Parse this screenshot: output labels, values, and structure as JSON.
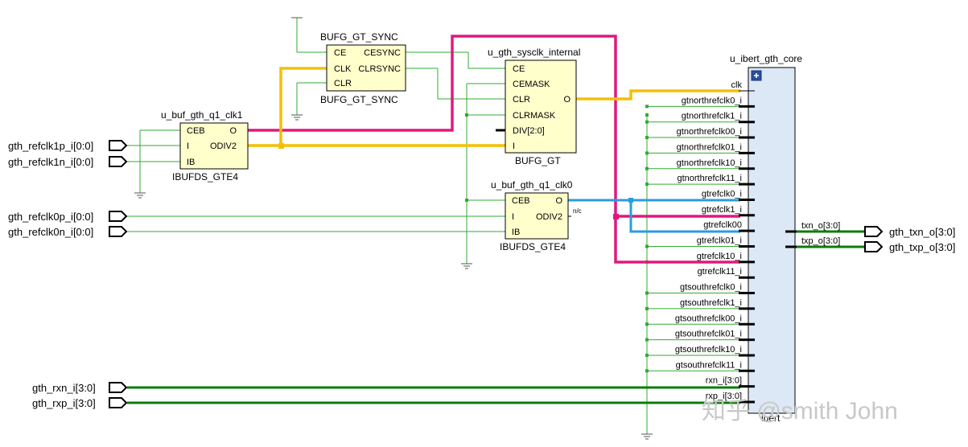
{
  "instances": {
    "bufg_sync": {
      "name": "BUFG_GT_SYNC",
      "type": "BUFG_GT_SYNC",
      "pins": [
        "CE",
        "CESYNC",
        "CLK",
        "CLRSYNC",
        "CLR"
      ]
    },
    "sysclk": {
      "name": "u_gth_sysclk_internal",
      "type": "BUFG_GT",
      "pins": [
        "CE",
        "CEMASK",
        "CLR",
        "O",
        "CLRMASK",
        "DIV[2:0]",
        "I"
      ]
    },
    "buf_q1_clk1": {
      "name": "u_buf_gth_q1_clk1",
      "type": "IBUFDS_GTE4",
      "pins": [
        "CEB",
        "O",
        "I",
        "ODIV2",
        "IB"
      ]
    },
    "buf_q1_clk0": {
      "name": "u_buf_gth_q1_clk0",
      "type": "IBUFDS_GTE4",
      "pins": [
        "CEB",
        "O",
        "I",
        "ODIV2",
        "IB"
      ],
      "nc_label": "n/c"
    },
    "ibert": {
      "name": "u_ibert_gth_core",
      "type": "ibert",
      "pins": [
        "clk",
        "gtnorthrefclk0_i",
        "gtnorthrefclk1_i",
        "gtnorthrefclk00_i",
        "gtnorthrefclk01_i",
        "gtnorthrefclk10_i",
        "gtnorthrefclk11_i",
        "gtrefclk0_i",
        "gtrefclk1_i",
        "gtrefclk00",
        "gtrefclk01_i",
        "gtrefclk10_i",
        "gtrefclk11_i",
        "gtsouthrefclk0_i",
        "gtsouthrefclk1_i",
        "gtsouthrefclk00_i",
        "gtsouthrefclk01_i",
        "gtsouthrefclk10_i",
        "gtsouthrefclk11_i",
        "rxn_i[3:0]",
        "rxp_i[3:0]"
      ],
      "out_pins": [
        "txn_o[3:0]",
        "txp_o[3:0]"
      ]
    }
  },
  "ports": {
    "inputs": [
      "gth_refclk1p_i[0:0]",
      "gth_refclk1n_i[0:0]",
      "gth_refclk0p_i[0:0]",
      "gth_refclk0n_i[0:0]",
      "gth_rxn_i[3:0]",
      "gth_rxp_i[3:0]"
    ],
    "outputs": [
      "gth_txn_o[3:0]",
      "gth_txp_o[3:0]"
    ]
  },
  "colors": {
    "pink": "#e0187f",
    "yellow": "#f5c000",
    "blue": "#2b9be0",
    "green": "#0a7d0a",
    "thin_green": "#33aa33",
    "box_fill": "#ffffcc",
    "ibert_fill": "#dde8f6"
  },
  "watermark": "知乎 @smith John"
}
